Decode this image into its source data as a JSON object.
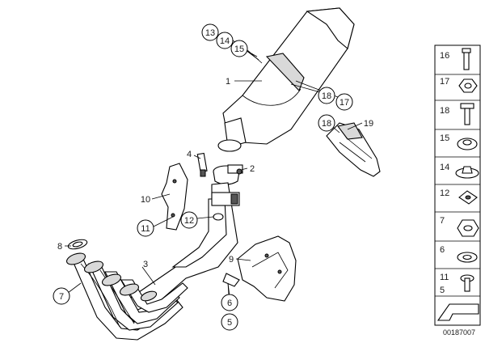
{
  "diagram": {
    "labels": {
      "l1": "1",
      "l2": "2",
      "l3": "3",
      "l4": "4",
      "l5": "5",
      "l6": "6",
      "l7": "7",
      "l8": "8",
      "l9": "9",
      "l10": "10",
      "l11": "11",
      "l12": "12",
      "l13": "13",
      "l14": "14",
      "l15": "15",
      "l17": "17",
      "l18a": "18",
      "l18b": "18",
      "l19": "19"
    }
  },
  "parts_panel": {
    "cells": [
      "16",
      "17",
      "18",
      "15",
      "14",
      "12",
      "7",
      "6",
      "11",
      "5"
    ]
  },
  "doc_number": "00187007"
}
